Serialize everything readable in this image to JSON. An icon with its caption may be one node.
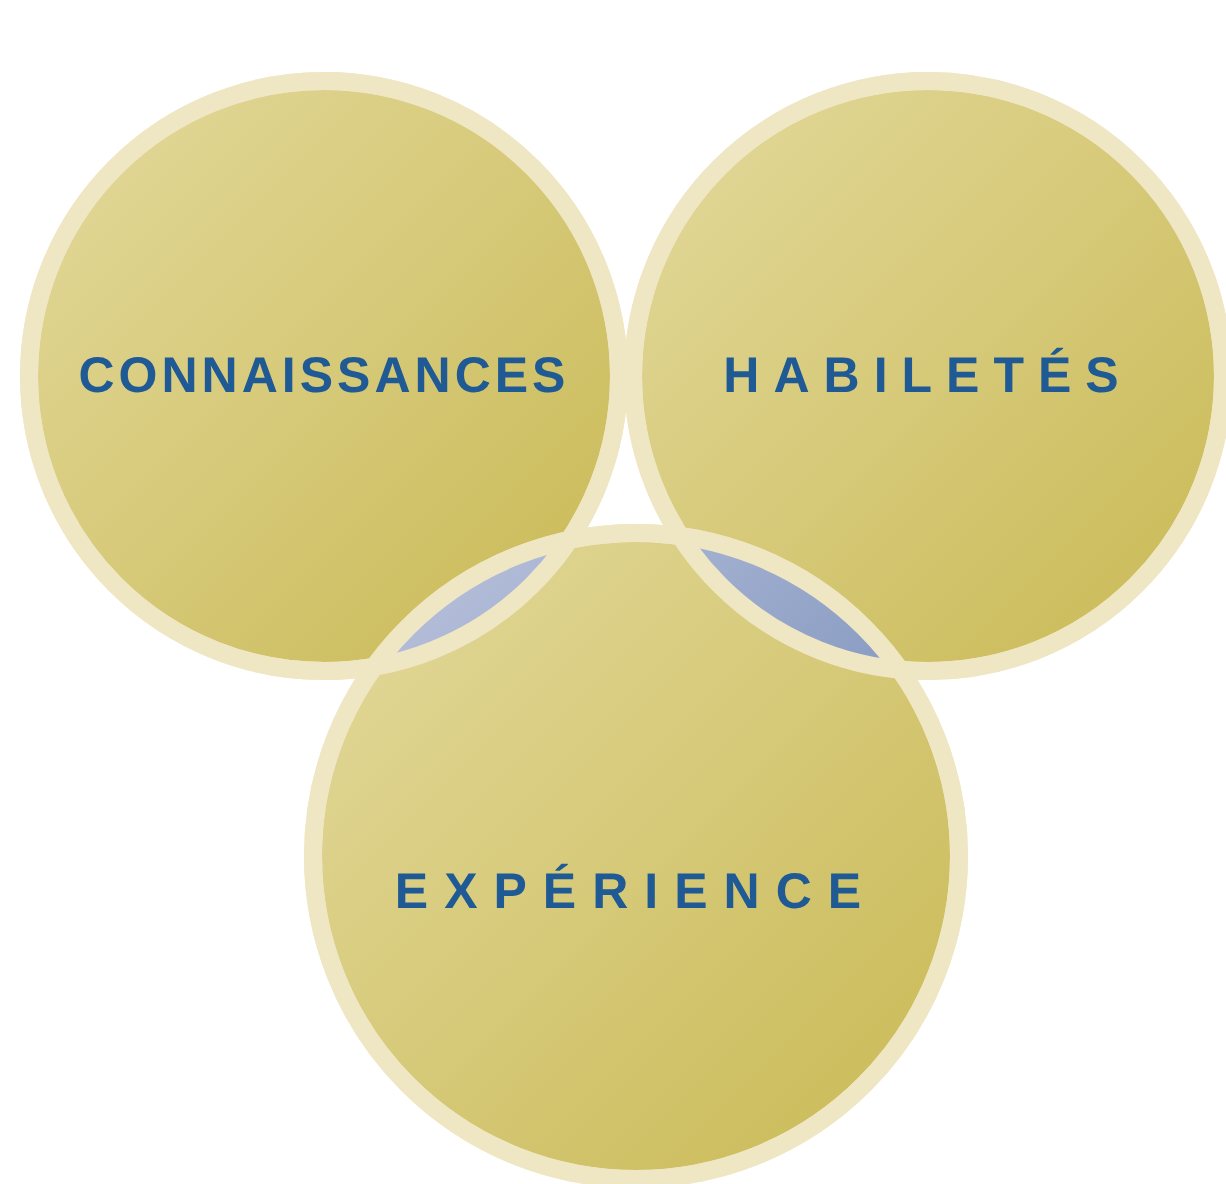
{
  "diagram": {
    "nodes": [
      {
        "text": [
          "CONNAISSANCES"
        ]
      },
      {
        "text": [
          "HABILETÉS"
        ]
      },
      {
        "text": [
          "EXPÉRIENCE"
        ]
      }
    ]
  }
}
